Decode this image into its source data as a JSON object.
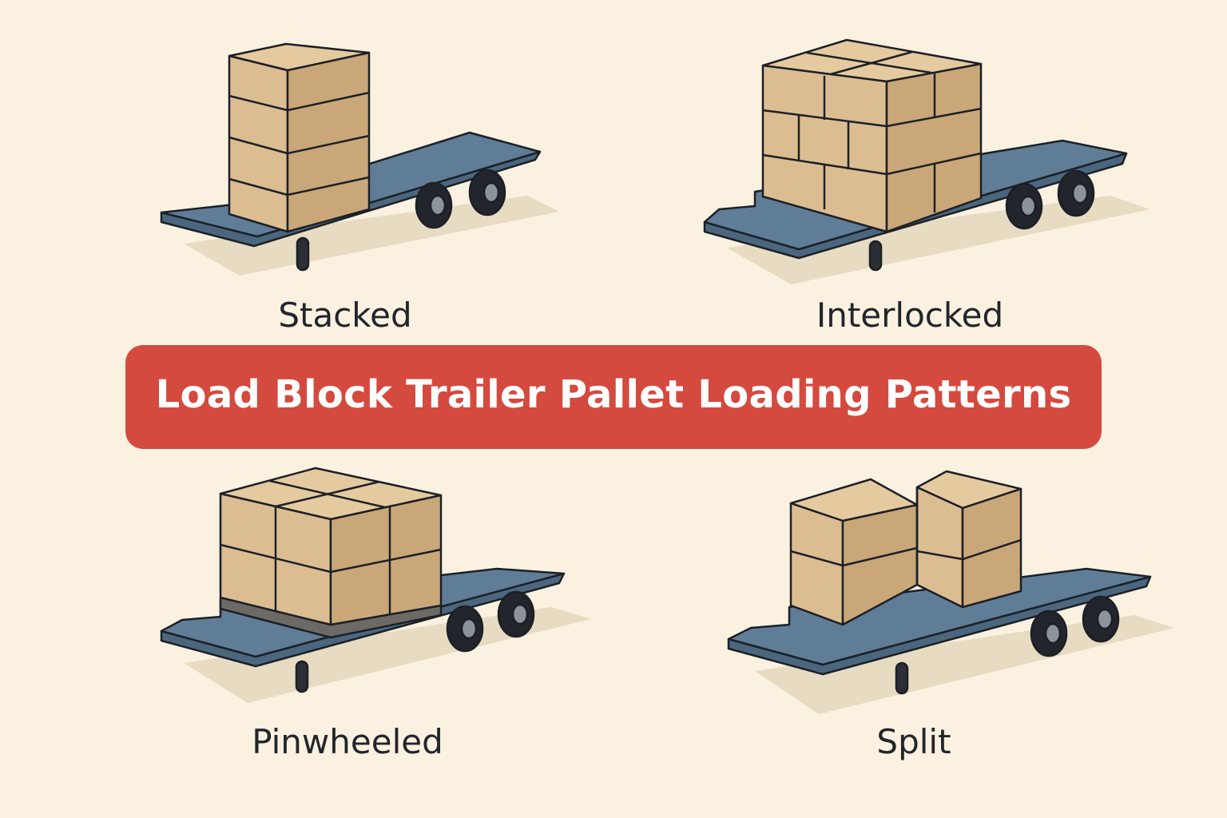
{
  "title": "Load Block Trailer Pallet Loading Patterns",
  "patterns": [
    {
      "key": "stacked",
      "label": "Stacked"
    },
    {
      "key": "interlocked",
      "label": "Interlocked"
    },
    {
      "key": "pinwheeled",
      "label": "Pinwheeled"
    },
    {
      "key": "split",
      "label": "Split"
    }
  ],
  "colors": {
    "background": "#faf1e0",
    "banner": "#d44a3f",
    "banner_text": "#ffffff",
    "trailer_deck": "#5f7d96",
    "box_face": "#dcbd92",
    "box_side": "#c9a778",
    "tire": "#22252b",
    "outline": "#1c2026"
  }
}
